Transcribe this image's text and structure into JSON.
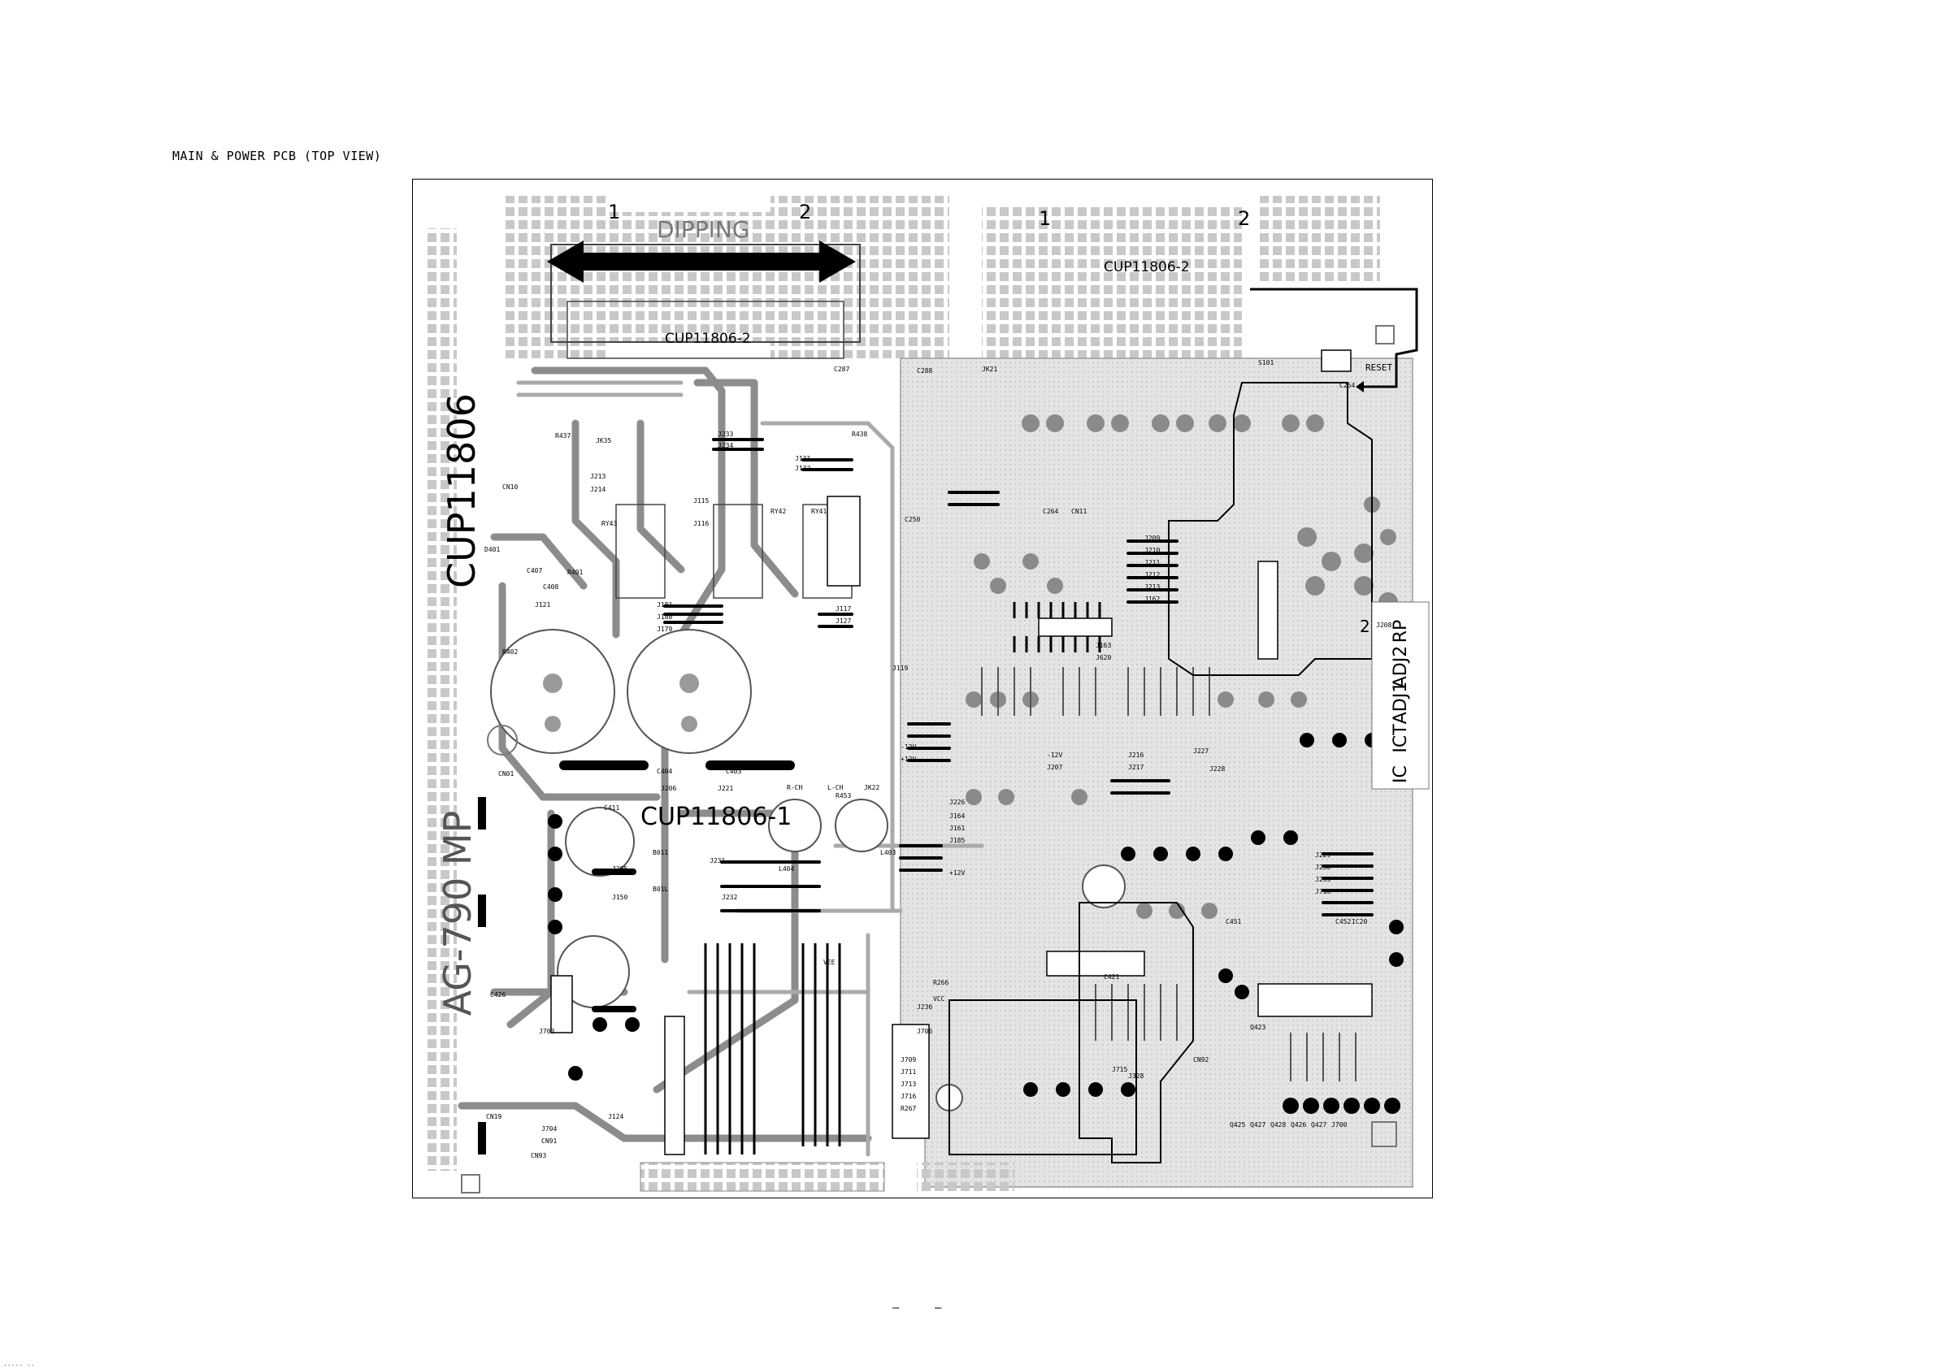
{
  "page": {
    "title": "MAIN & POWER PCB (TOP VIEW)",
    "footer_left": "–",
    "footer_right": "–",
    "corner_note": "····· ··"
  },
  "board": {
    "part_number": "CUP11806",
    "model_label": "AG-790 MP",
    "dipping_label": "DIPPING",
    "dipping_pos_1": "1",
    "dipping_pos_2": "2",
    "right_pos_1": "1",
    "right_pos_2": "2",
    "sub_label_top_left": "CUP11806-2",
    "sub_label_top_right": "CUP11806-2",
    "sub_label_center": "CUP11806-1",
    "reset_label": "RESET",
    "pin_2_label": "2",
    "adjust_labels": [
      "RP",
      "ADJ2",
      "ADJ1",
      "ICT",
      "IC"
    ],
    "component_labels": [
      "CN10",
      "D401",
      "R402",
      "R401",
      "C407",
      "C408",
      "J121",
      "JK35",
      "R437",
      "R438",
      "J213",
      "J214",
      "J233",
      "J234",
      "J131",
      "J132",
      "RY43",
      "RY42",
      "RY41",
      "J115",
      "J116",
      "J181",
      "J180",
      "J179",
      "J117",
      "J127",
      "J119",
      "C404",
      "C403",
      "J206",
      "J221",
      "CN01",
      "C411",
      "B011",
      "B01L",
      "J231",
      "J205",
      "J150",
      "J232",
      "L404",
      "L403",
      "R453",
      "L-CH",
      "R-CH",
      "JK22",
      "C287",
      "C288",
      "JK21",
      "S101",
      "C254",
      "C250",
      "C264",
      "CN11",
      "J208",
      "J209",
      "J210",
      "J211",
      "J212",
      "J213",
      "J162",
      "J163",
      "J620",
      "J226",
      "J164",
      "J161",
      "J185",
      "+12V",
      "-12V",
      "+12V",
      "-12V",
      "J207",
      "J216",
      "J217",
      "J227",
      "J228",
      "J229",
      "J230",
      "J233",
      "J716",
      "C451",
      "C452",
      "IC20",
      "C421",
      "J715",
      "J328",
      "CN92",
      "Q423",
      "Q425",
      "Q427",
      "Q428",
      "Q426",
      "Q427",
      "J700",
      "J703",
      "J704",
      "CN91",
      "CN93",
      "CN19",
      "C426",
      "J124",
      "J236",
      "J706",
      "J709",
      "J711",
      "J713",
      "J716",
      "R267",
      "R266",
      "VCC",
      "VEE"
    ]
  }
}
